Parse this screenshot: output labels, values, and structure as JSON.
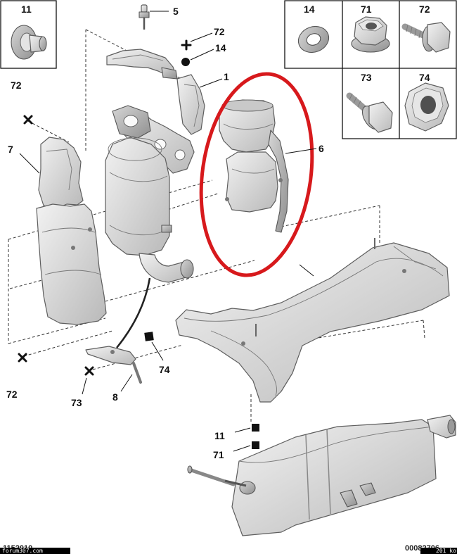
{
  "diagram": {
    "legend_top_left": {
      "label": "11",
      "icon": "cone-washer-icon"
    },
    "legend_grid": [
      {
        "label": "14",
        "icon": "flat-washer-icon"
      },
      {
        "label": "71",
        "icon": "flange-nut-icon"
      },
      {
        "label": "72",
        "icon": "flange-screw-icon"
      },
      {
        "label": "73",
        "icon": "flange-bolt-icon"
      },
      {
        "label": "74",
        "icon": "hex-nut-icon"
      }
    ],
    "callouts": {
      "sensor_5": "5",
      "fastener_72_top": "72",
      "washer_14": "14",
      "heat_shield_1": "1",
      "heat_shield_6": "6",
      "fastener_72_left": "72",
      "heat_shield_7": "7",
      "fastener_72_bottom": "72",
      "fastener_73": "73",
      "bracket_8": "8",
      "nut_74": "74",
      "nut_11": "11",
      "nut_71": "71"
    }
  },
  "footer": {
    "ref_left": "1152010",
    "ref_right": "00082706",
    "site": "forum307.com",
    "size": "201 ko"
  },
  "colors": {
    "highlight": "#d7191c",
    "part_light": "#f2f2f2",
    "part_shade": "#b9b9b9"
  }
}
